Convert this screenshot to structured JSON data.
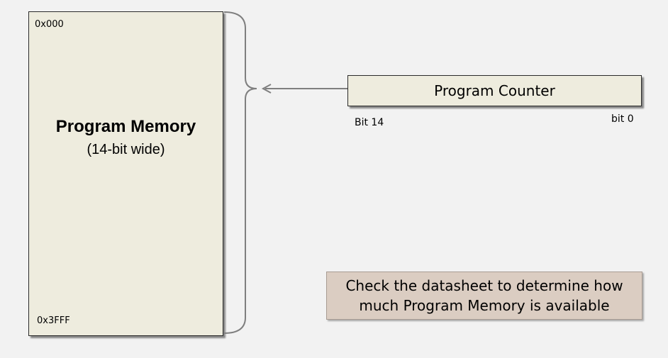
{
  "memory": {
    "start_address": "0x000",
    "end_address": "0x3FFF",
    "title": "Program Memory",
    "subtitle": "(14-bit wide)"
  },
  "program_counter": {
    "label": "Program Counter",
    "high_bit": "Bit 14",
    "low_bit": "bit 0"
  },
  "note": {
    "line1": "Check the datasheet to determine how",
    "line2": "much Program Memory is available"
  },
  "colors": {
    "background": "#f2f2f2",
    "block_fill": "#eeecde",
    "note_fill": "#dbcdc2",
    "connector": "#7f7f7f"
  },
  "icons": [
    "curly-brace",
    "arrow-left"
  ]
}
